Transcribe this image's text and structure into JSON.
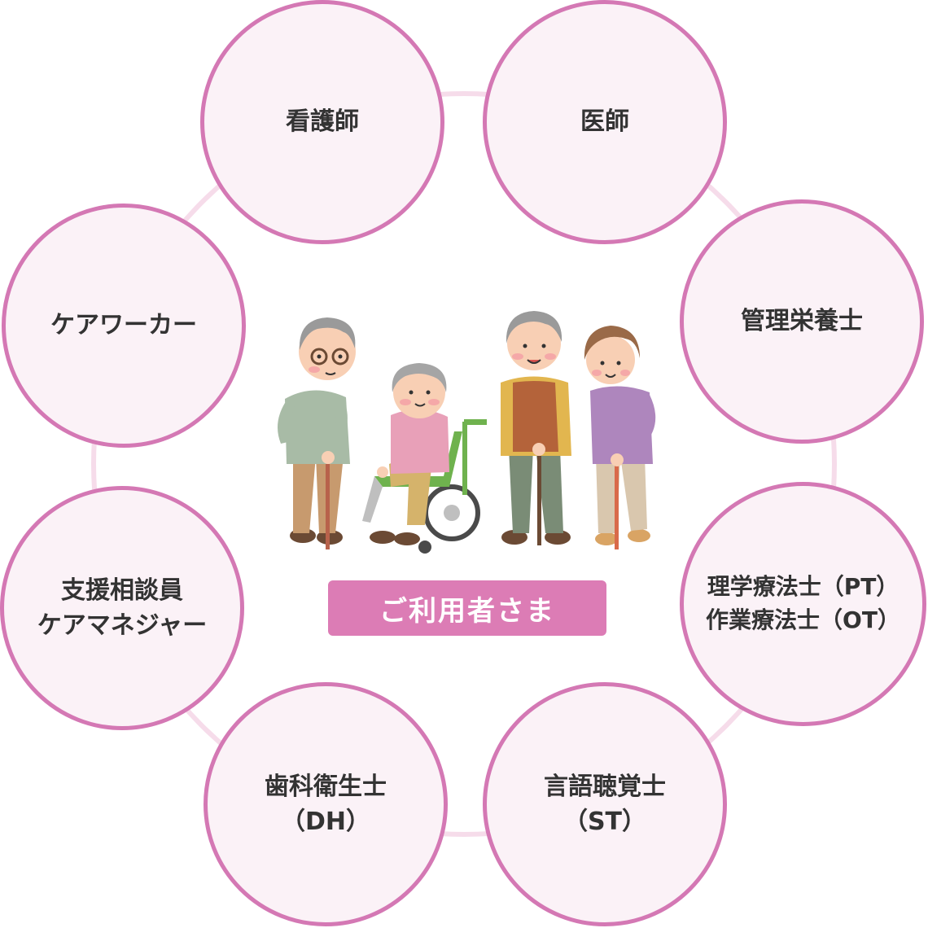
{
  "diagram": {
    "nodes": {
      "nurse": "看護師",
      "doctor": "医師",
      "care_worker": "ケアワーカー",
      "dietitian": "管理栄養士",
      "consultant_line1": "支援相談員",
      "consultant_line2": "ケアマネジャー",
      "therapist_line1": "理学療法士（PT）",
      "therapist_line2": "作業療法士（OT）",
      "hygienist_line1": "歯科衛生士",
      "hygienist_line2": "（DH）",
      "speech_line1": "言語聴覚士",
      "speech_line2": "（ST）"
    },
    "center_label": "ご利用者さま",
    "colors": {
      "circle_border": "#d478b4",
      "circle_fill": "#fbf2f7",
      "connector": "#f6dcea",
      "label_bg": "#dc7cb5"
    }
  }
}
